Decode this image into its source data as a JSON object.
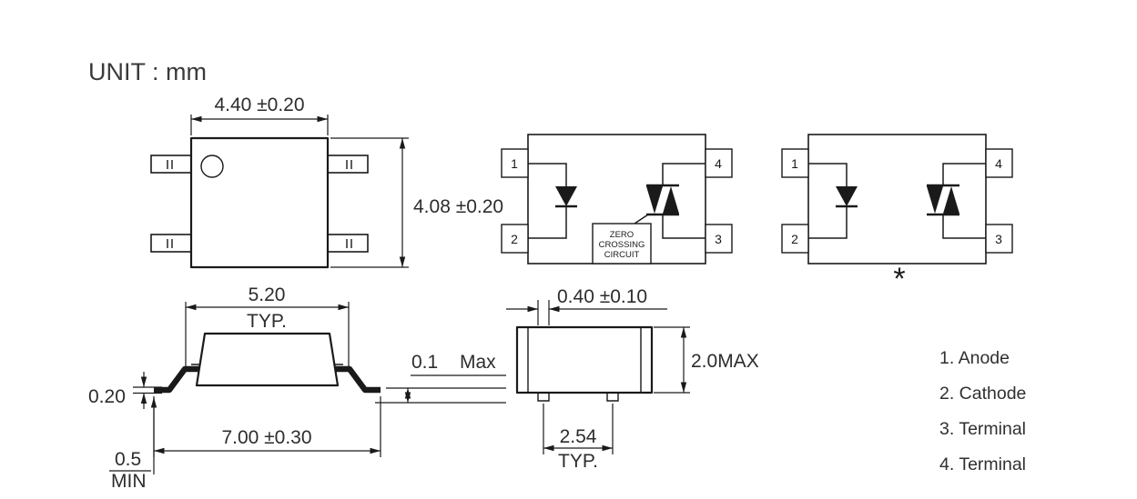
{
  "unit": {
    "label": "UNIT : mm"
  },
  "top_view": {
    "width_dim": "4.40 ±0.20",
    "height_dim": "4.08 ±0.20"
  },
  "schematic": {
    "pins": {
      "pin1": "1",
      "pin2": "2",
      "pin3": "3",
      "pin4": "4"
    },
    "zero_crossing_label": [
      "ZERO",
      "CROSSING",
      "CIRCUIT"
    ],
    "variant_marker": "*"
  },
  "side_view": {
    "body_width": "5.20",
    "body_width_qual": "TYP.",
    "lead_thickness": "0.20",
    "lead_span": "7.00 ±0.30",
    "standoff": "0.5",
    "standoff_qual": "MIN",
    "coplanarity_value": "0.1",
    "coplanarity_qual": "Max"
  },
  "end_view": {
    "lead_width": "0.40 ±0.10",
    "height": "2.0MAX",
    "lead_pitch": "2.54",
    "lead_pitch_qual": "TYP."
  },
  "legend": {
    "items": [
      "1. Anode",
      "2. Cathode",
      "3. Terminal",
      "4. Terminal"
    ]
  }
}
